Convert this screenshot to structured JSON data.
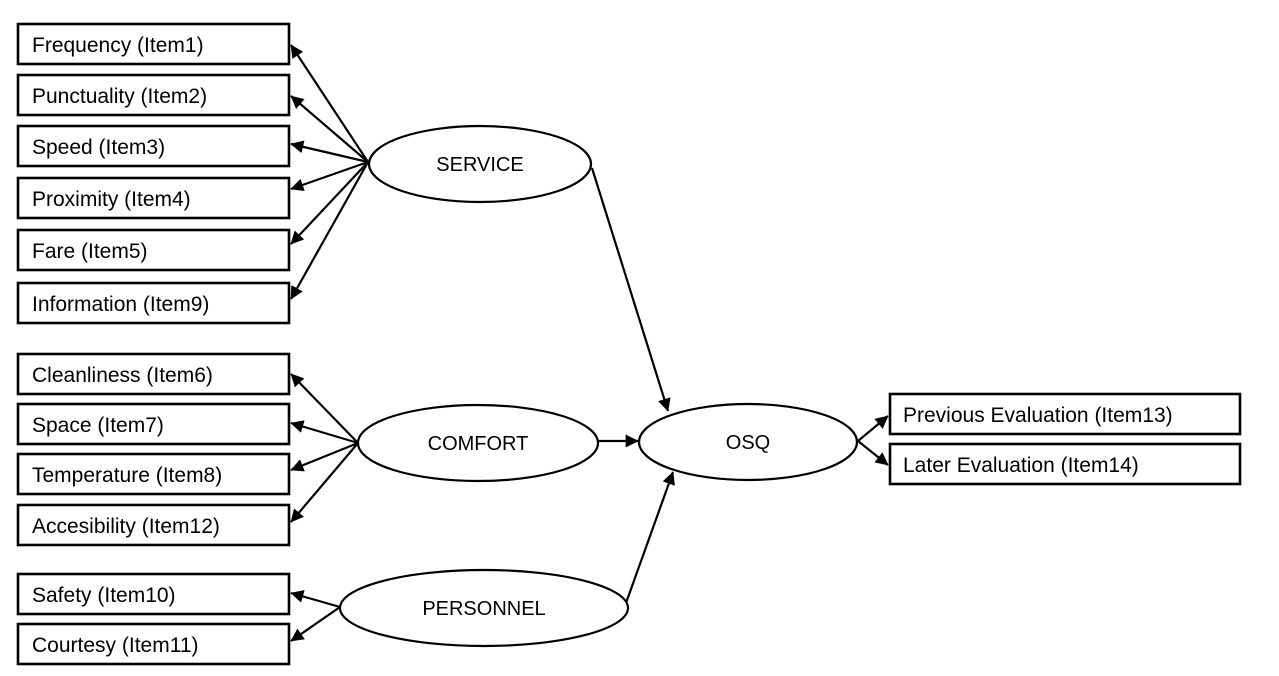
{
  "latent": {
    "service": "SERVICE",
    "comfort": "COMFORT",
    "personnel": "PERSONNEL",
    "osq": "OSQ"
  },
  "service_items": [
    "Frequency (Item1)",
    "Punctuality (Item2)",
    "Speed (Item3)",
    "Proximity (Item4)",
    "Fare (Item5)",
    "Information (Item9)"
  ],
  "comfort_items": [
    "Cleanliness (Item6)",
    "Space (Item7)",
    "Temperature (Item8)",
    "Accesibility (Item12)"
  ],
  "personnel_items": [
    "Safety (Item10)",
    "Courtesy (Item11)"
  ],
  "outcome_items": [
    "Previous Evaluation (Item13)",
    "Later Evaluation (Item14)"
  ]
}
